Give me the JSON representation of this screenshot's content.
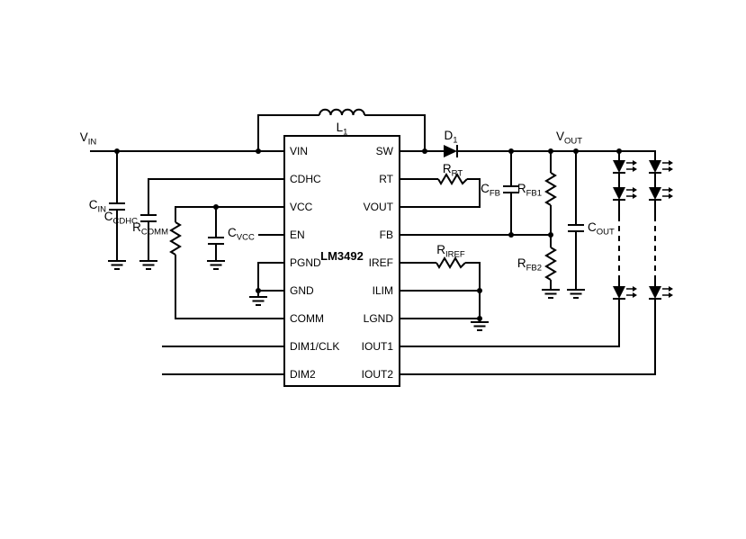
{
  "ic": {
    "name": "LM3492",
    "left_pins": [
      "VIN",
      "CDHC",
      "VCC",
      "EN",
      "PGND",
      "GND",
      "COMM",
      "DIM1/CLK",
      "DIM2"
    ],
    "right_pins": [
      "SW",
      "RT",
      "VOUT",
      "FB",
      "IREF",
      "ILIM",
      "LGND",
      "IOUT1",
      "IOUT2"
    ]
  },
  "net_labels": {
    "vin": {
      "main": "V",
      "sub": "IN"
    },
    "vout": {
      "main": "V",
      "sub": "OUT"
    }
  },
  "components": {
    "l1": {
      "main": "L",
      "sub": "1"
    },
    "d1": {
      "main": "D",
      "sub": "1"
    },
    "cin": {
      "main": "C",
      "sub": "IN"
    },
    "ccdhc": {
      "main": "C",
      "sub": "CDHC"
    },
    "rcomm": {
      "main": "R",
      "sub": "COMM"
    },
    "cvcc": {
      "main": "C",
      "sub": "VCC"
    },
    "rrt": {
      "main": "R",
      "sub": "RT"
    },
    "cfb": {
      "main": "C",
      "sub": "FB"
    },
    "rfb1": {
      "main": "R",
      "sub": "FB1"
    },
    "rfb2": {
      "main": "R",
      "sub": "FB2"
    },
    "cout": {
      "main": "C",
      "sub": "OUT"
    },
    "riref": {
      "main": "R",
      "sub": "IREF"
    }
  },
  "colors": {
    "wire": "#000000",
    "background": "#ffffff"
  }
}
